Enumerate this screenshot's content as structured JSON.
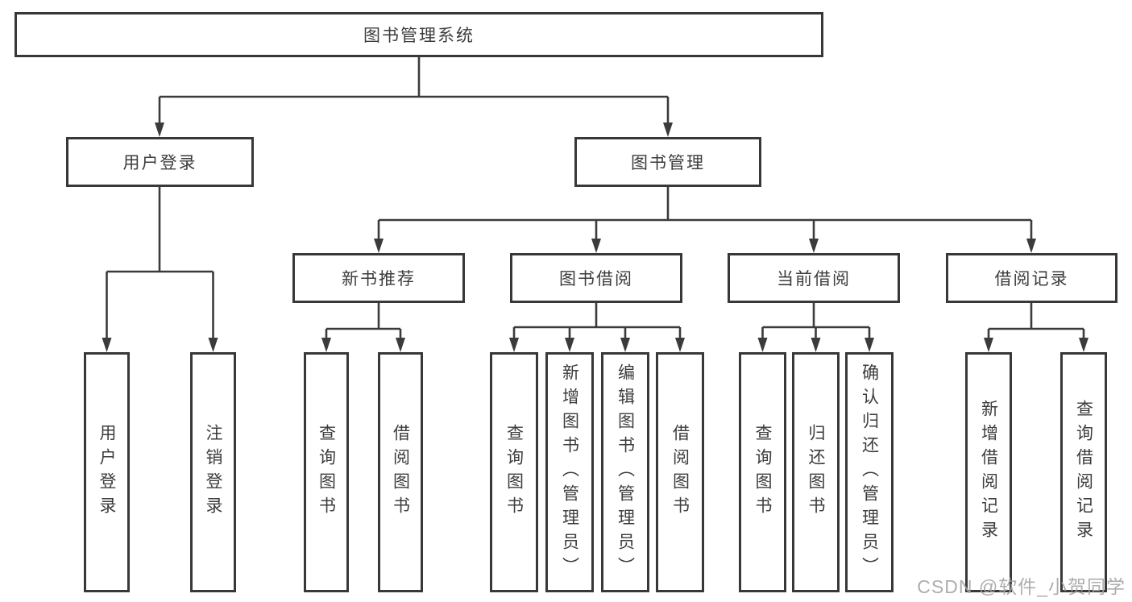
{
  "diagram": {
    "title": "图书管理系统",
    "level2": {
      "user_login": "用户登录",
      "book_management": "图书管理"
    },
    "level3": {
      "new_books": "新书推荐",
      "book_borrow": "图书借阅",
      "current_borrow": "当前借阅",
      "borrow_records": "借阅记录"
    },
    "leaves": {
      "user_login": [
        "用户登录",
        "注销登录"
      ],
      "new_books": [
        "查询图书",
        "借阅图书"
      ],
      "book_borrow": [
        "查询图书",
        "新增图书（管理员）",
        "编辑图书（管理员）",
        "借阅图书"
      ],
      "current_borrow": [
        "查询图书",
        "归还图书",
        "确认归还（管理员）"
      ],
      "borrow_records": [
        "新增借阅记录",
        "查询借阅记录"
      ]
    }
  },
  "watermark": "CSDN @软件_小贺同学",
  "colors": {
    "line": "#3b3b3b",
    "border": "#383838",
    "text": "#3c3c3c",
    "background": "#ffffff",
    "watermark": "#a4a4a4"
  }
}
